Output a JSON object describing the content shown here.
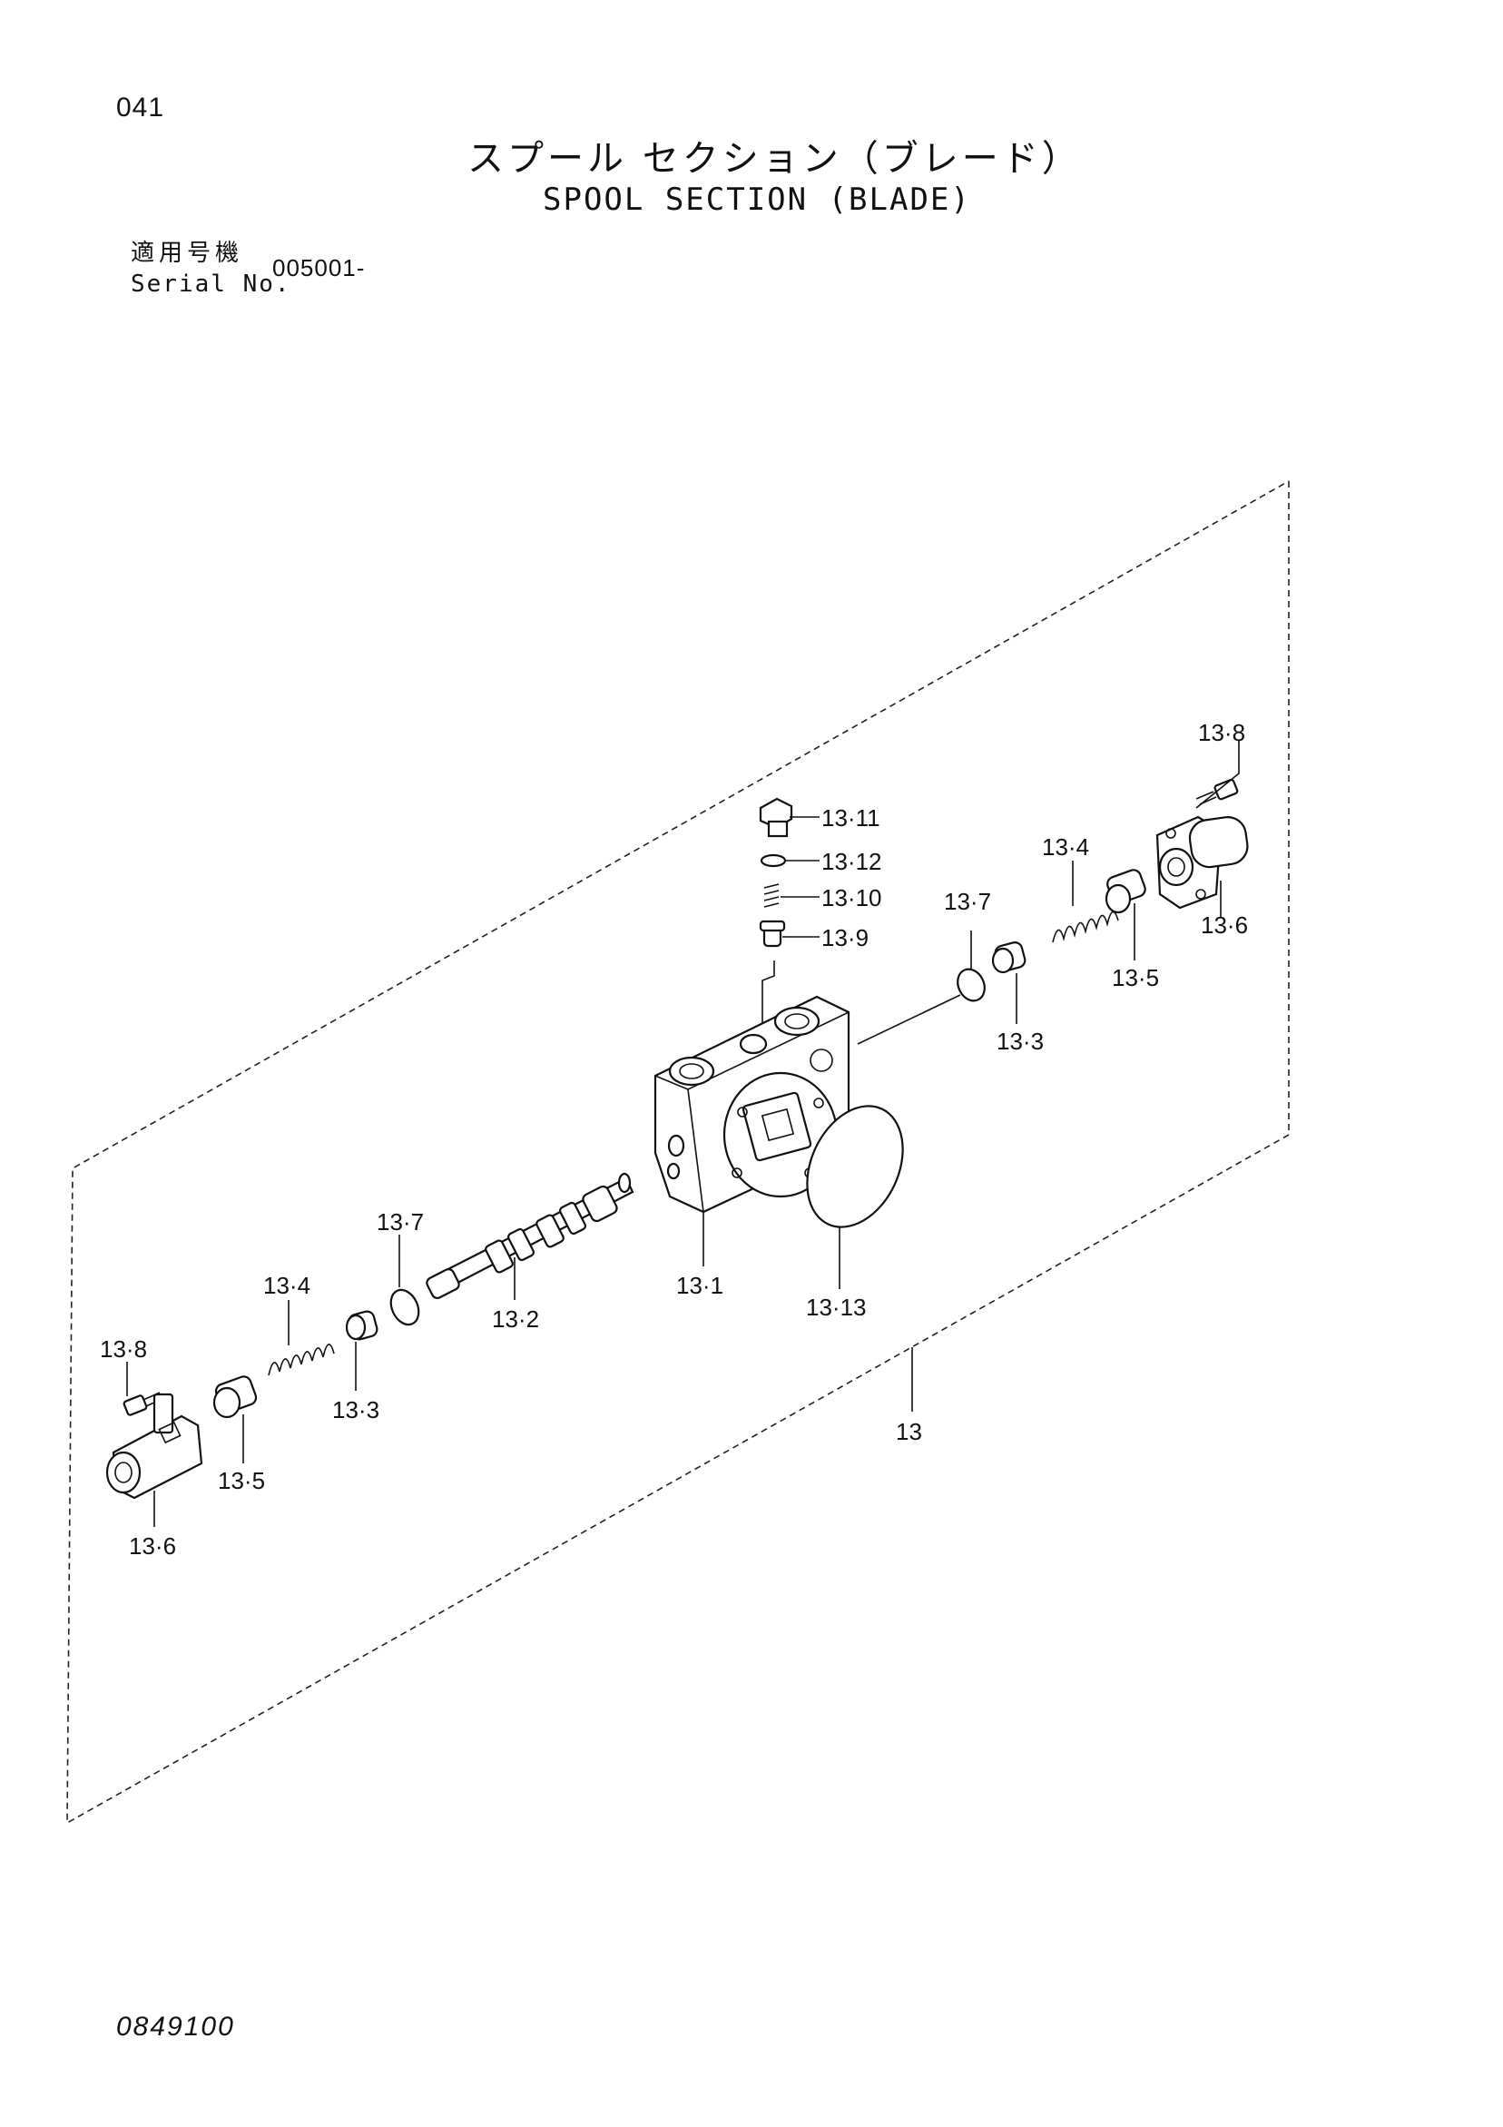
{
  "header": {
    "page_number": "041",
    "title_jp": "スプール セクション（ブレード）",
    "title_en": "SPOOL SECTION (BLADE)",
    "serial_label_jp": "適用号機",
    "serial_label_en": "Serial No.",
    "serial_value": "005001-"
  },
  "callouts": {
    "c13_8_right": "13·8",
    "c13_11": "13·11",
    "c13_12": "13·12",
    "c13_10": "13·10",
    "c13_9": "13·9",
    "c13_4_right": "13·4",
    "c13_7_right": "13·7",
    "c13_6_right": "13·6",
    "c13_5_right": "13·5",
    "c13_3_right": "13·3",
    "c13_1": "13·1",
    "c13_13": "13·13",
    "c13_7_left": "13·7",
    "c13_2": "13·2",
    "c13_4_left": "13·4",
    "c13_8_left": "13·8",
    "c13_3_left": "13·3",
    "c13_5_left": "13·5",
    "c13_6_left": "13·6",
    "c13": "13"
  },
  "footer": {
    "drawing_number": "0849100"
  }
}
